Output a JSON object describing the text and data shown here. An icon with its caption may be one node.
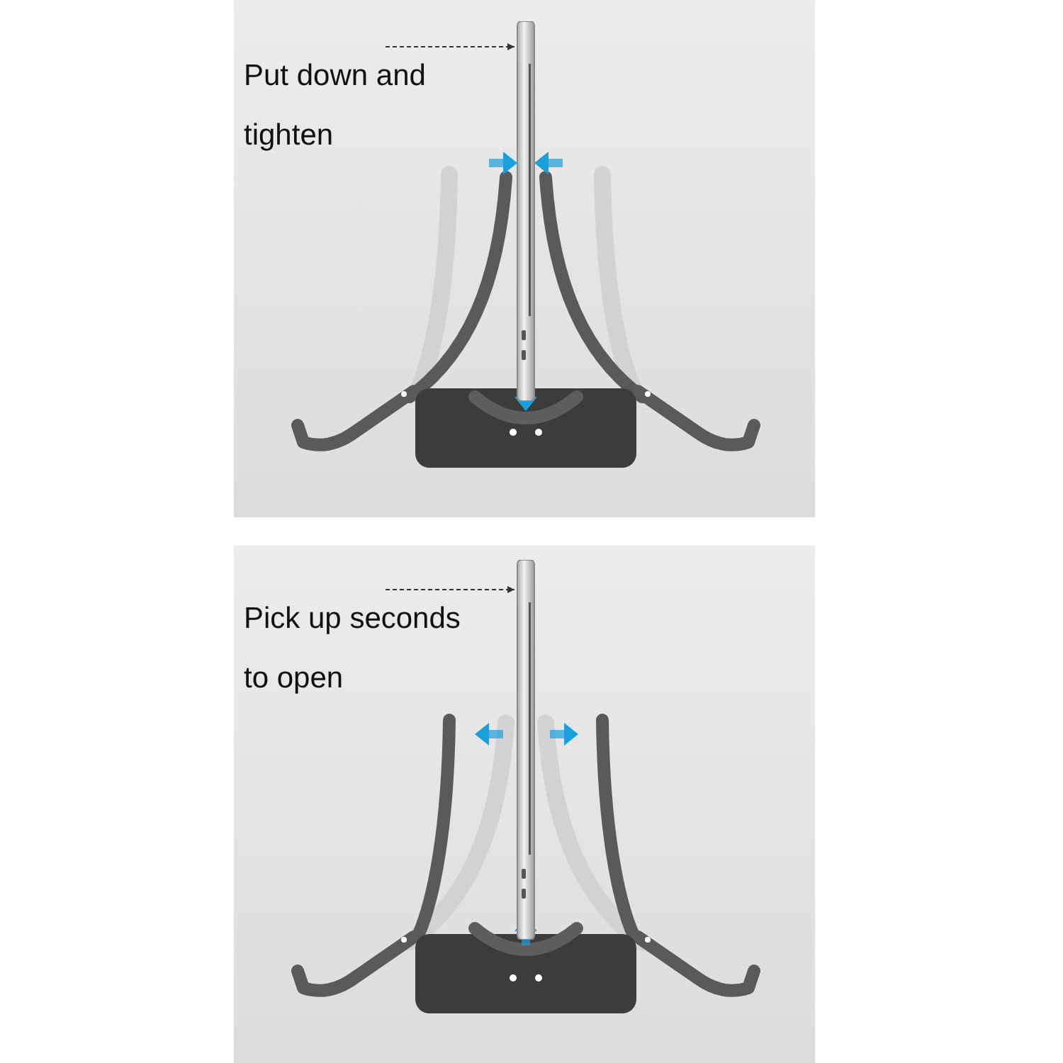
{
  "diagram": {
    "nodes": [
      {
        "text": [
          "Put down and tighten"
        ]
      },
      {
        "text": [],
        "shape": "picture"
      },
      {
        "text": [
          "Pick up seconds to open"
        ]
      },
      {
        "text": [],
        "shape": "picture"
      }
    ],
    "edges": [
      {
        "from": 0,
        "to": 1,
        "arrow": "to",
        "style": "dashed"
      },
      {
        "from": 2,
        "to": 3,
        "arrow": "to",
        "style": "dashed"
      }
    ]
  }
}
